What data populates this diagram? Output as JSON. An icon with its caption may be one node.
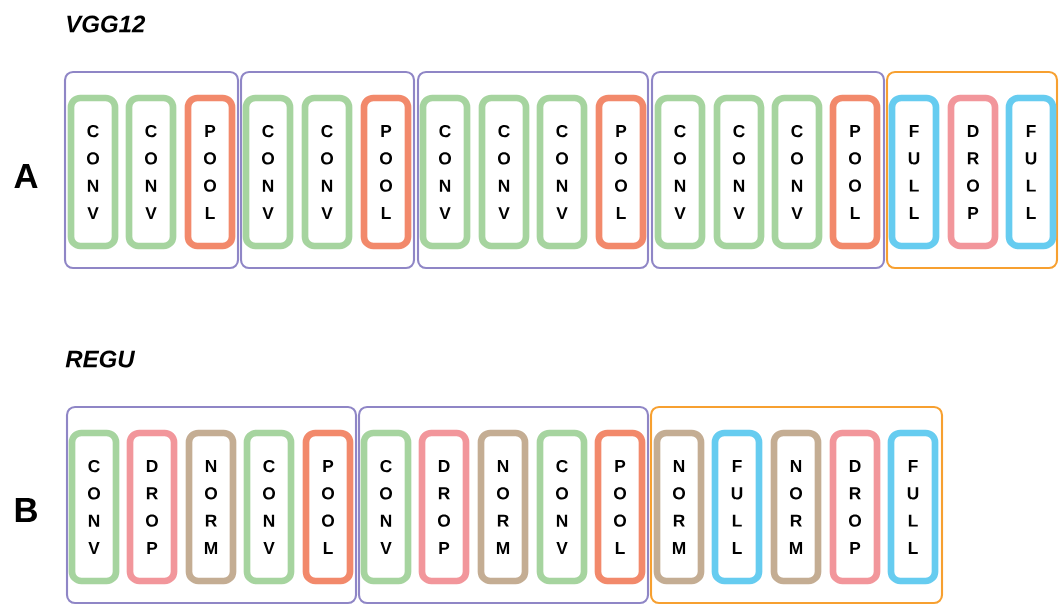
{
  "diagram": {
    "nodes": [
      {
        "text": [],
        "shape": "box"
      },
      {
        "text": [
          "CONV"
        ],
        "in": 0
      },
      {
        "text": [
          "CONV"
        ],
        "in": 0
      },
      {
        "text": [
          "POOL"
        ],
        "in": 0
      },
      {
        "text": [],
        "shape": "box"
      },
      {
        "text": [
          "CONV"
        ],
        "in": 4
      },
      {
        "text": [
          "CONV"
        ],
        "in": 4
      },
      {
        "text": [
          "POOL"
        ],
        "in": 4
      },
      {
        "text": [],
        "shape": "box"
      },
      {
        "text": [
          "CONV"
        ],
        "in": 8
      },
      {
        "text": [
          "CONV"
        ],
        "in": 8
      },
      {
        "text": [
          "CONV"
        ],
        "in": 8
      },
      {
        "text": [
          "POOL"
        ],
        "in": 8
      },
      {
        "text": [],
        "shape": "box"
      },
      {
        "text": [
          "CONV"
        ],
        "in": 13
      },
      {
        "text": [
          "CONV"
        ],
        "in": 13
      },
      {
        "text": [
          "CONV"
        ],
        "in": 13
      },
      {
        "text": [
          "POOL"
        ],
        "in": 13
      },
      {
        "text": [],
        "shape": "box"
      },
      {
        "text": [
          "FULL"
        ],
        "in": 18
      },
      {
        "text": [
          "DROP"
        ],
        "in": 18
      },
      {
        "text": [
          "FULL"
        ],
        "in": 18
      },
      {
        "text": [],
        "shape": "box"
      },
      {
        "text": [
          "CONV"
        ],
        "in": 22
      },
      {
        "text": [
          "DROP"
        ],
        "in": 22
      },
      {
        "text": [
          "NORM"
        ],
        "in": 22
      },
      {
        "text": [
          "CONV"
        ],
        "in": 22
      },
      {
        "text": [
          "POOL"
        ],
        "in": 22
      },
      {
        "text": [],
        "shape": "box"
      },
      {
        "text": [
          "CONV"
        ],
        "in": 28
      },
      {
        "text": [
          "DROP"
        ],
        "in": 28
      },
      {
        "text": [
          "NORM"
        ],
        "in": 28
      },
      {
        "text": [
          "CONV"
        ],
        "in": 28
      },
      {
        "text": [
          "POOL"
        ],
        "in": 28
      },
      {
        "text": [],
        "shape": "box"
      },
      {
        "text": [
          "NORM"
        ],
        "in": 34
      },
      {
        "text": [
          "FULL"
        ],
        "in": 34
      },
      {
        "text": [
          "NORM"
        ],
        "in": 34
      },
      {
        "text": [
          "DROP"
        ],
        "in": 34
      },
      {
        "text": [
          "FULL"
        ],
        "in": 34
      }
    ],
    "labels": [
      "VGG12",
      "A",
      "REGU",
      "B"
    ]
  }
}
